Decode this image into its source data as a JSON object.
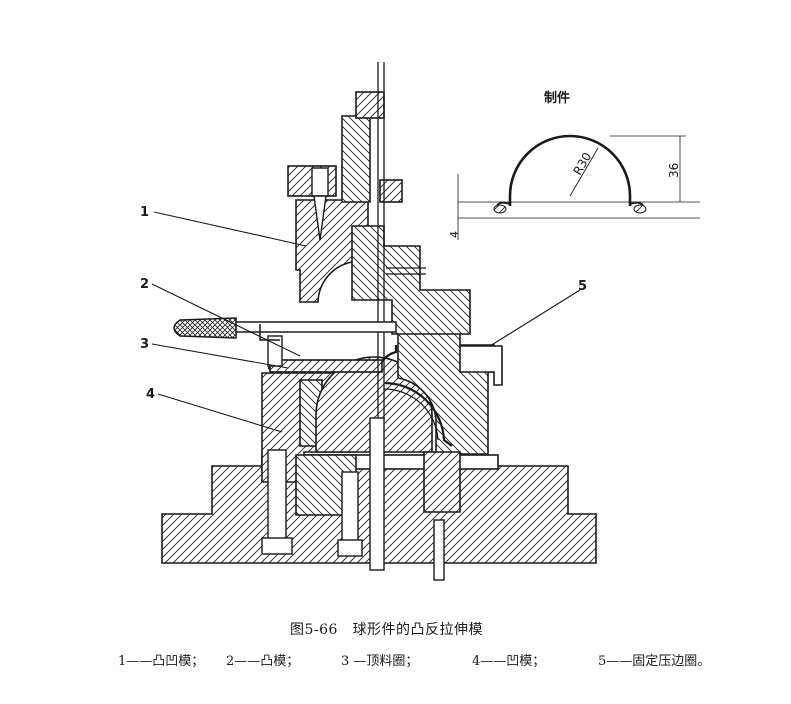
{
  "figure": {
    "title": "图5-66　球形件的凸反拉伸模",
    "part_title": "制件",
    "dimensions": {
      "radius": "R30",
      "height": "36",
      "flange": "4"
    },
    "callouts": [
      "1",
      "2",
      "3",
      "4",
      "5"
    ],
    "legend": [
      "1——凸凹模；",
      "2——凸模；",
      "3 —顶料圈；",
      "4——凹模；",
      "5——固定压边圈。"
    ]
  }
}
